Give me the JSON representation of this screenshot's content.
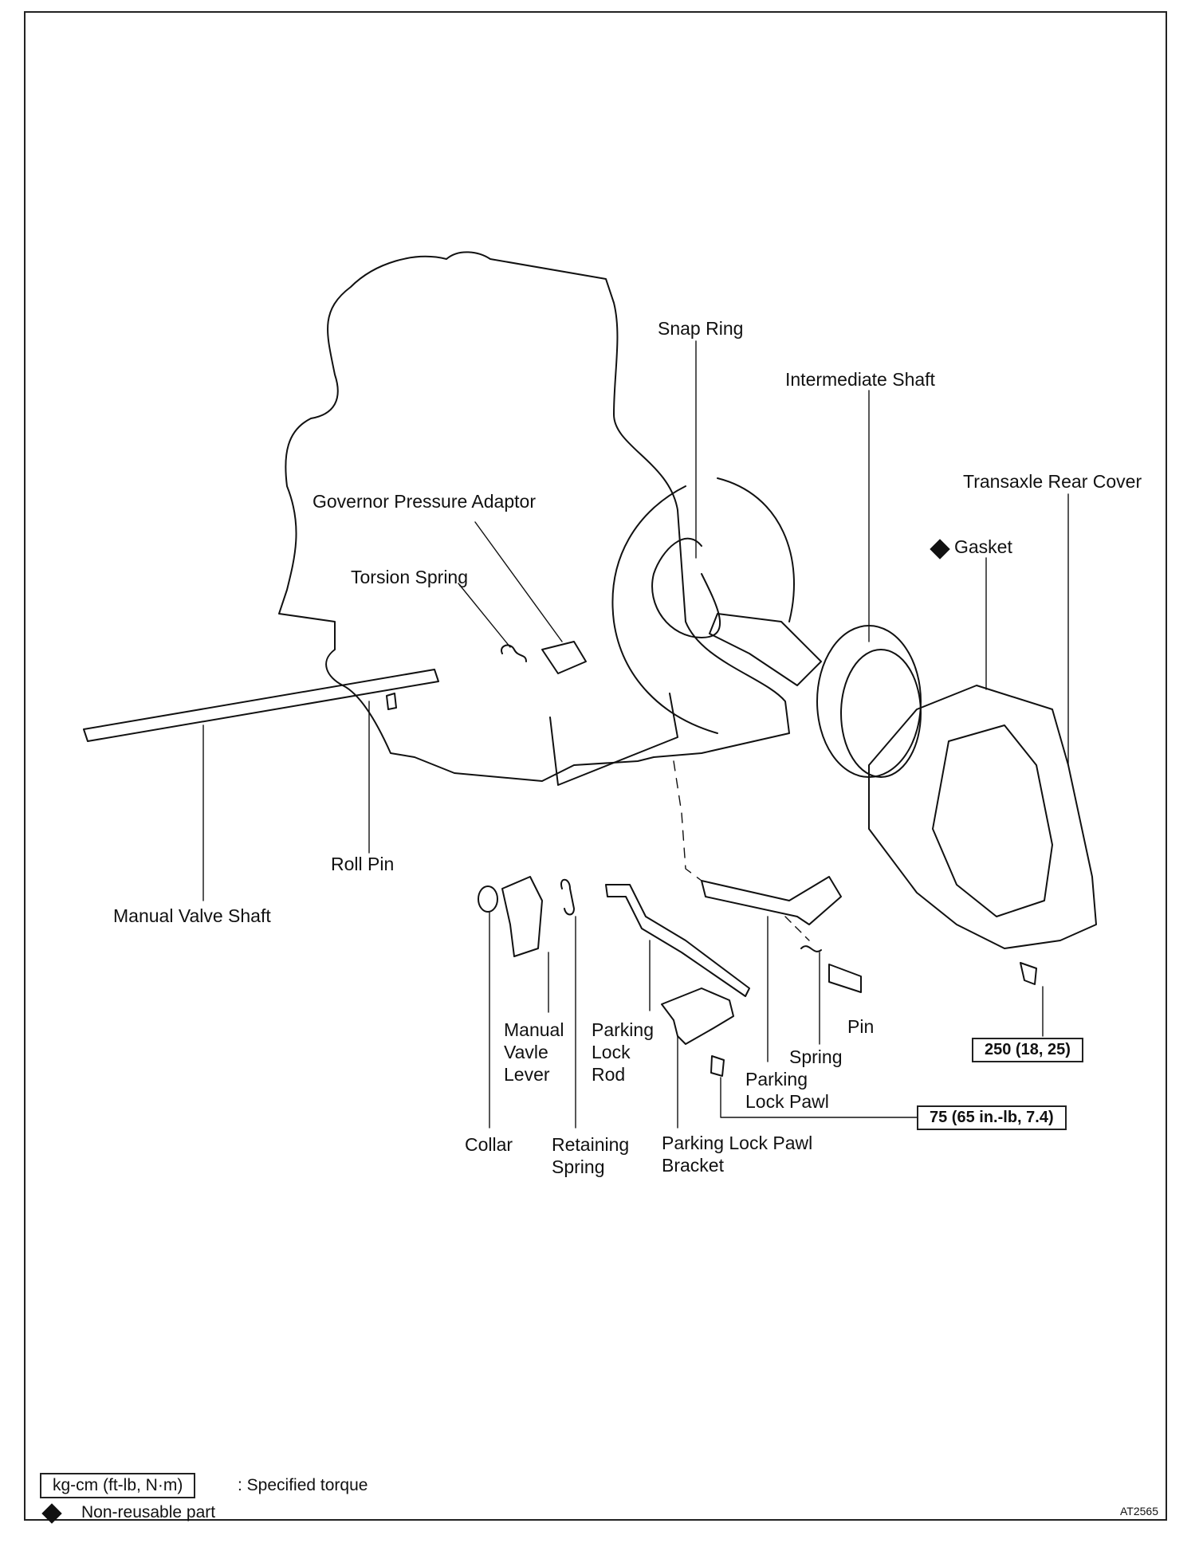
{
  "labels": {
    "snap_ring": "Snap Ring",
    "intermediate_shaft": "Intermediate Shaft",
    "transaxle_rear_cover": "Transaxle Rear Cover",
    "gasket": "Gasket",
    "governor_pressure_adaptor": "Governor Pressure Adaptor",
    "torsion_spring": "Torsion Spring",
    "roll_pin": "Roll Pin",
    "manual_valve_shaft": "Manual Valve Shaft",
    "manual_valve_lever": "Manual Vavle Lever",
    "parking_lock_rod": "Parking Lock Rod",
    "collar": "Collar",
    "retaining_spring": "Retaining Spring",
    "parking_lock_pawl_bracket": "Parking Lock Pawl Bracket",
    "parking_lock_pawl": "Parking Lock Pawl",
    "spring": "Spring",
    "pin": "Pin"
  },
  "torque": {
    "rear_cover_bolt": "250 (18, 25)",
    "bracket_bolt": "75 (65 in.-lb, 7.4)"
  },
  "legend": {
    "torque_box": "kg-cm (ft-lb, N·m)",
    "torque_text": ": Specified torque",
    "nonreusable_text": "Non-reusable part"
  },
  "figure_code": "AT2565"
}
